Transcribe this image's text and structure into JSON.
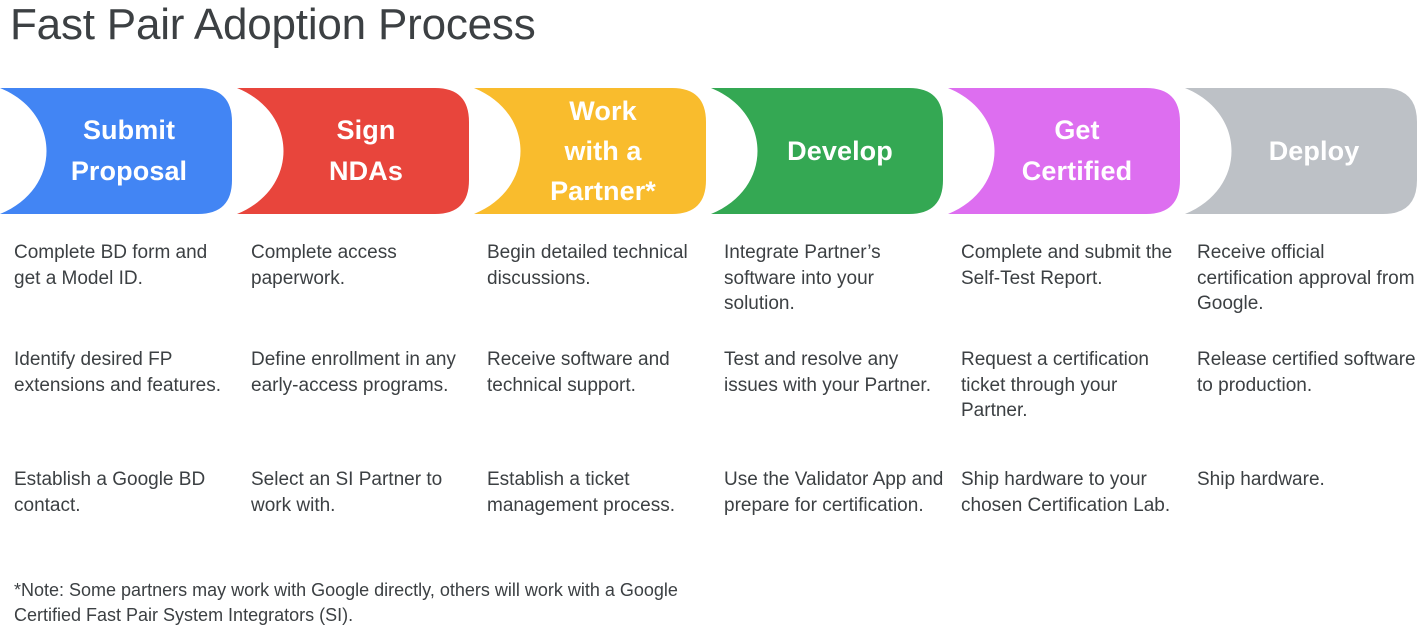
{
  "page": {
    "title": "Fast Pair Adoption Process",
    "title_color": "#3c4043",
    "background": "#ffffff"
  },
  "process": {
    "steps": [
      {
        "id": "submit-proposal",
        "label": "Submit\nProposal",
        "color": "#4285f4",
        "label_color": "#ffffff",
        "details": [
          "Complete BD form and get a Model ID.",
          "Identify desired FP extensions and features.",
          "Establish a Google BD contact."
        ]
      },
      {
        "id": "sign-ndas",
        "label": "Sign\nNDAs",
        "color": "#e8453c",
        "label_color": "#ffffff",
        "details": [
          "Complete access paperwork.",
          "Define enrollment in any early-access programs.",
          "Select an SI Partner to work with."
        ]
      },
      {
        "id": "work-with-a-partner",
        "label": "Work\nwith a\nPartner*",
        "color": "#f9bc2d",
        "label_color": "#ffffff",
        "details": [
          "Begin detailed technical discussions.",
          "Receive software and technical support.",
          "Establish a ticket management process."
        ]
      },
      {
        "id": "develop",
        "label": "Develop",
        "color": "#34a853",
        "label_color": "#ffffff",
        "details": [
          "Integrate Partner’s software into your solution.",
          "Test and resolve any issues with your Partner.",
          "Use the Validator App and prepare for certification."
        ]
      },
      {
        "id": "get-certified",
        "label": "Get\nCertified",
        "color": "#dd6ef0",
        "label_color": "#ffffff",
        "details": [
          "Complete and submit the Self-Test Report.",
          "Request a certification ticket through your Partner.",
          "Ship hardware to your chosen Certification Lab."
        ]
      },
      {
        "id": "deploy",
        "label": "Deploy",
        "color": "#bdc1c6",
        "label_color": "#ffffff",
        "details": [
          "Receive official certification approval from Google.",
          "Release certified software to production.",
          "Ship hardware."
        ]
      }
    ]
  },
  "footnote": {
    "text": "*Note: Some partners may work with Google directly, others will work with a Google Certified Fast Pair System Integrators (SI)."
  }
}
